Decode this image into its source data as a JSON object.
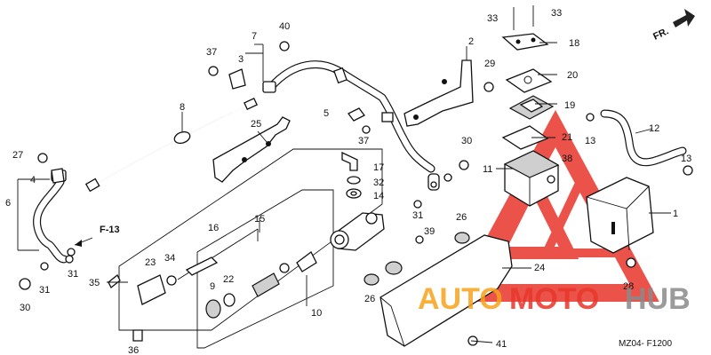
{
  "diagram": {
    "direction_label": "FR.",
    "reference_label": "F-13",
    "figure_code": "MZ04- F1200",
    "watermark": {
      "text_auto": "AUTO",
      "text_moto": "MOTO",
      "text_hub": "HUB",
      "color_red": "#e8362b",
      "color_orange": "#f7a21b",
      "color_gray": "#8a8a8a"
    },
    "callouts": [
      "1",
      "2",
      "3",
      "4",
      "5",
      "6",
      "7",
      "8",
      "9",
      "10",
      "11",
      "12",
      "13",
      "13",
      "14",
      "15",
      "16",
      "17",
      "18",
      "19",
      "20",
      "21",
      "22",
      "23",
      "24",
      "25",
      "26",
      "26",
      "27",
      "28",
      "29",
      "30",
      "30",
      "31",
      "31",
      "31",
      "32",
      "33",
      "33",
      "34",
      "35",
      "36",
      "37",
      "37",
      "38",
      "39",
      "40",
      "41"
    ]
  }
}
